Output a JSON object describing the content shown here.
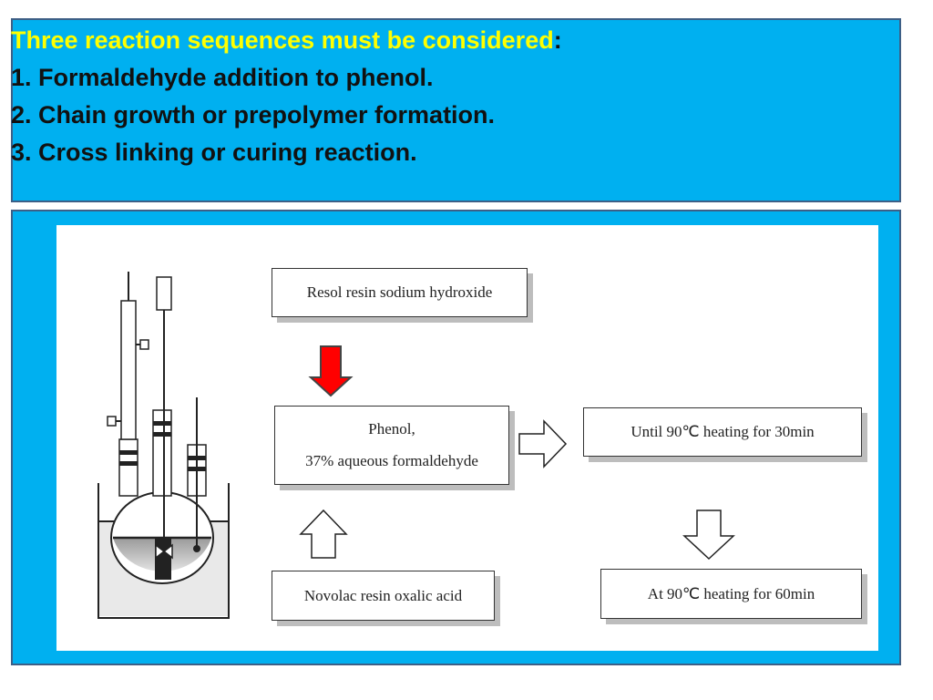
{
  "slide": {
    "title_highlight": "Three reaction sequences must be considered",
    "title_colon": ":",
    "steps": [
      "1. Formaldehyde addition to phenol.",
      "2. Chain growth or prepolymer formation.",
      "3. Cross linking or curing reaction."
    ]
  },
  "diagram": {
    "resol_box": "Resol resin sodium hydroxide",
    "phenol_box_line1": "Phenol,",
    "phenol_box_line2": "37% aqueous formaldehyde",
    "novolac_box": "Novolac resin oxalic acid",
    "heat30_box": "Until 90℃ heating for 30min",
    "heat60_box": "At 90℃ heating for 60min"
  },
  "colors": {
    "panel_bg": "#00b0f0",
    "title_highlight": "#ffff00",
    "arrow_red": "#ff0000"
  }
}
